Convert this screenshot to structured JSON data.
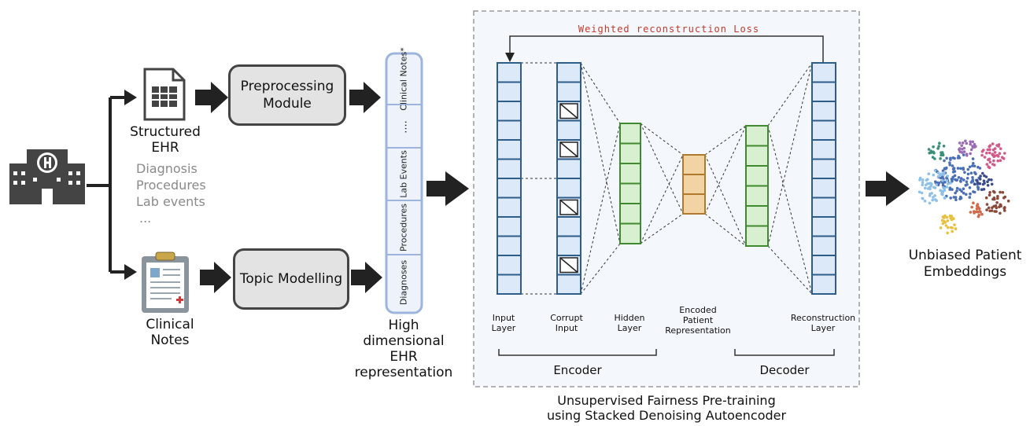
{
  "inputs": {
    "structured": {
      "title_line1": "Structured",
      "title_line2": "EHR",
      "items": [
        "Diagnosis",
        "Procedures",
        "Lab events",
        "..."
      ]
    },
    "notes": {
      "title_line1": "Clinical",
      "title_line2": "Notes"
    }
  },
  "modules": {
    "preprocessing_line1": "Preprocessing",
    "preprocessing_line2": "Module",
    "topic": "Topic Modelling"
  },
  "ehr_vector": {
    "segments": [
      "Clinical Notes*",
      "....",
      "Lab Events",
      "Procedures",
      "Diagnoses"
    ],
    "caption": [
      "High",
      "dimensional",
      "EHR",
      "representation"
    ]
  },
  "autoencoder": {
    "loss_label": "Weighted reconstruction Loss",
    "layers": {
      "input": [
        "Input",
        "Layer"
      ],
      "corrupt": [
        "Corrupt",
        "Input"
      ],
      "hidden": [
        "Hidden",
        "Layer"
      ],
      "encoded": [
        "Encoded",
        "Patient",
        "Representation"
      ],
      "reconstruction": [
        "Reconstruction",
        "Layer"
      ]
    },
    "encoder_label": "Encoder",
    "decoder_label": "Decoder",
    "caption_line1": "Unsupervised Fairness Pre-training",
    "caption_line2": "using Stacked Denoising Autoencoder"
  },
  "output": {
    "line1": "Unbiased Patient",
    "line2": "Embeddings"
  },
  "colors": {
    "blue_fill": "#dce9f8",
    "blue_border": "#2e5d8a",
    "green_fill": "#d8f0cf",
    "green_border": "#3f8a2e",
    "orange_fill": "#f2d4a4",
    "orange_border": "#b07a2e",
    "loss_red": "#c0392b",
    "arrow": "#222222"
  },
  "icons": [
    "hospital-icon",
    "spreadsheet-document-icon",
    "clipboard-document-icon",
    "embedding-cluster-icon"
  ]
}
